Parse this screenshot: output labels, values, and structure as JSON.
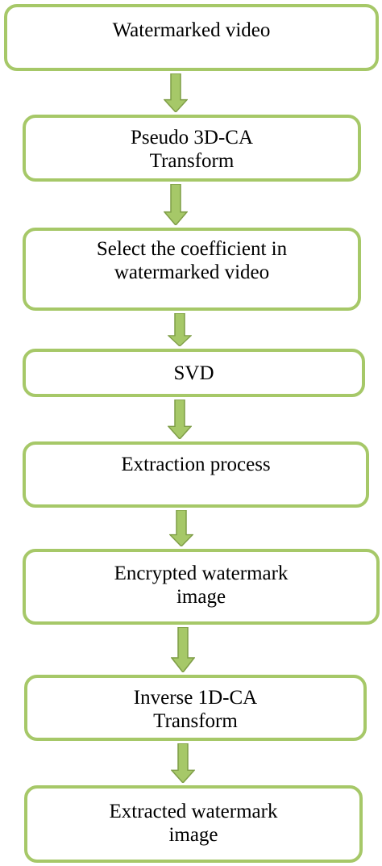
{
  "flowchart": {
    "steps": [
      {
        "label": "Watermarked video"
      },
      {
        "label": "Pseudo 3D-CA\nTransform"
      },
      {
        "label": "Select the coefficient in\nwatermarked video"
      },
      {
        "label": "SVD"
      },
      {
        "label": "Extraction process"
      },
      {
        "label": "Encrypted watermark\nimage"
      },
      {
        "label": "Inverse 1D-CA\nTransform"
      },
      {
        "label": "Extracted watermark\nimage"
      }
    ],
    "colors": {
      "box_border": "#a6c868",
      "arrow_fill": "#a6c868",
      "arrow_stroke": "#7f9e47",
      "text": "#000000",
      "background": "#ffffff"
    }
  }
}
